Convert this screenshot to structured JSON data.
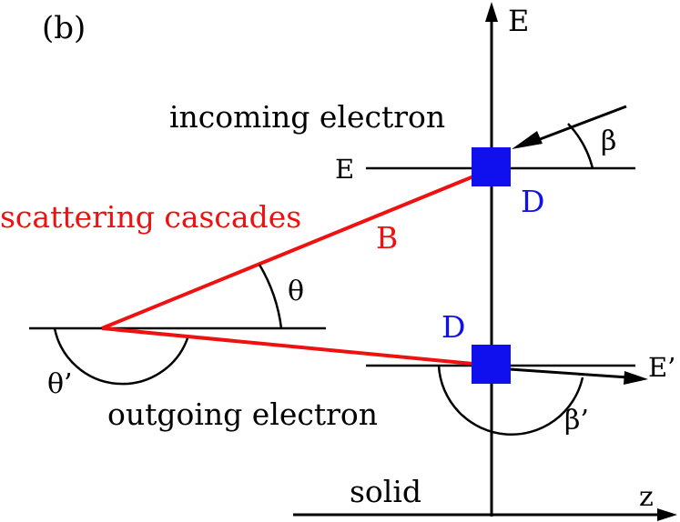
{
  "panel_label": "(b)",
  "labels": {
    "axis_energy": "E",
    "axis_z": "z",
    "level_incoming": "E",
    "level_outgoing": "E’",
    "incoming_electron": "incoming electron",
    "outgoing_electron": "outgoing electron",
    "scattering_cascades": "scattering cascades",
    "solid": "solid",
    "point_b": "B",
    "point_d_upper": "D",
    "point_d_lower": "D",
    "angle_beta": "β",
    "angle_beta_prime": "β’",
    "angle_theta": "θ",
    "angle_theta_prime": "θ’"
  },
  "colors": {
    "ink": "#000000",
    "cascade": "#ee1111",
    "marker": "#1010ee"
  }
}
